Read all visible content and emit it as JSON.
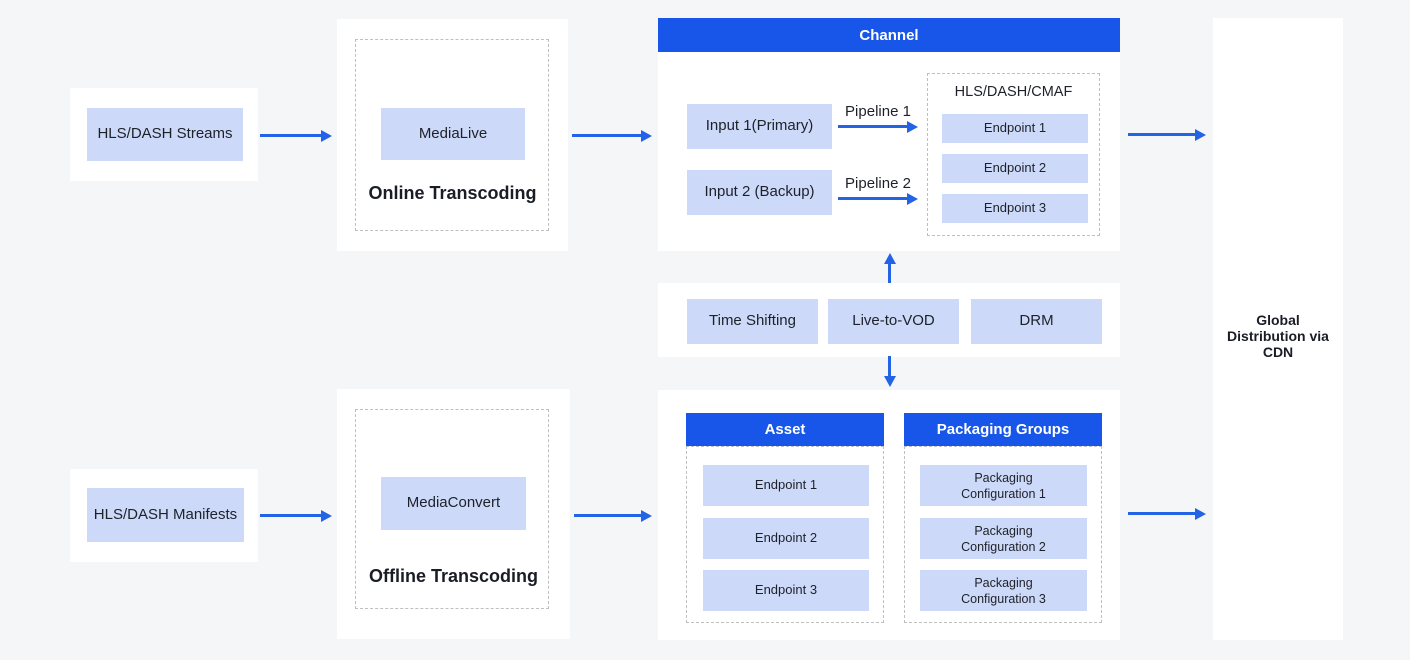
{
  "colors": {
    "background": "#F5F6F8",
    "card": "#FFFFFF",
    "header_blue": "#1756E8",
    "arrow_blue": "#2363E6",
    "box_light_blue": "#CDD9F8",
    "text_dark": "#1D2129"
  },
  "sources": {
    "streams": "HLS/DASH Streams",
    "manifests": "HLS/DASH Manifests"
  },
  "online_transcoding": {
    "service": "MediaLive",
    "caption": "Online Transcoding"
  },
  "offline_transcoding": {
    "service": "MediaConvert",
    "caption": "Offline Transcoding"
  },
  "channel": {
    "title": "Channel",
    "inputs": [
      "Input 1(Primary)",
      "Input 2 (Backup)"
    ],
    "pipelines": [
      "Pipeline 1",
      "Pipeline 2"
    ],
    "output_group": {
      "title": "HLS/DASH/CMAF",
      "endpoints": [
        "Endpoint 1",
        "Endpoint 2",
        "Endpoint 3"
      ]
    }
  },
  "features": [
    "Time Shifting",
    "Live-to-VOD",
    "DRM"
  ],
  "vod_packaging": {
    "asset": {
      "title": "Asset",
      "endpoints": [
        "Endpoint 1",
        "Endpoint 2",
        "Endpoint 3"
      ]
    },
    "packaging_groups": {
      "title": "Packaging Groups",
      "configurations": [
        "Packaging Configuration 1",
        "Packaging Configuration 2",
        "Packaging Configuration 3"
      ]
    }
  },
  "cdn": {
    "label": "Global Distribution via CDN"
  }
}
